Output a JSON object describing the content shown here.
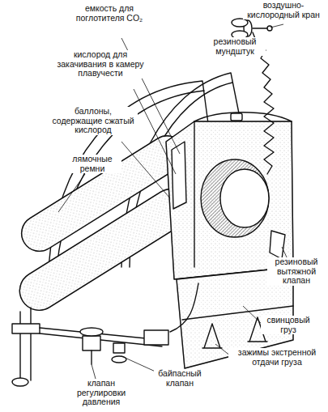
{
  "diagram": {
    "labels": [
      "емкость для поглотителя CO₂",
      "воздушно-кислородный кран",
      "кислород для закачивания в камеру плавучести",
      "резиновый мундштук",
      "баллоны, содержащие сжатый кислород",
      "лямочные ремни",
      "резиновый вытяжной клапан",
      "свинцовый груз",
      "зажимы экстренной отдачи груза",
      "байпасный клапан",
      "клапан регулировки давления"
    ]
  }
}
